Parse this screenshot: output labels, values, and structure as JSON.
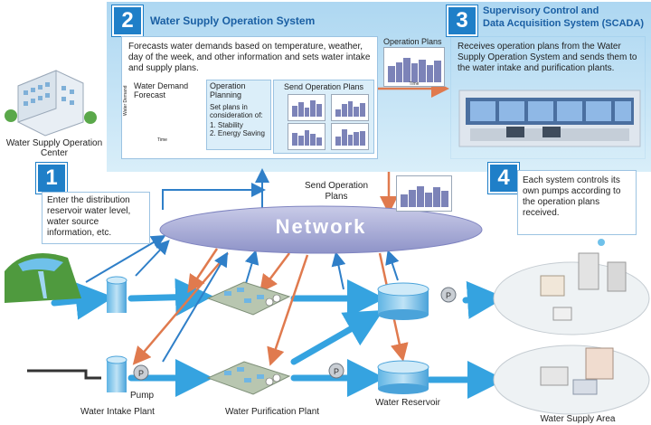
{
  "steps": {
    "s1": {
      "number": "1",
      "text": "Enter the distribution reservoir water level, water source information, etc."
    },
    "s2": {
      "number": "2",
      "title": "Water Supply Operation System",
      "description": "Forecasts water demands based on temperature, weather, day of the week, and other information and sets water intake and supply plans.",
      "boxes": {
        "forecast": {
          "title": "Water Demand Forecast",
          "y_label": "Water Demand",
          "x_label": "Time"
        },
        "planning": {
          "title": "Operation Planning",
          "text": "Set plans in consideration of:",
          "item1": "1. Stability",
          "item2": "2. Energy Saving"
        },
        "send": {
          "title": "Send Operation Plans"
        }
      }
    },
    "s3": {
      "number": "3",
      "title_line1": "Supervisory Control and",
      "title_line2": "Data Acquisition System (SCADA)",
      "text": "Receives operation plans from the Water Supply Operation System and sends them to the water intake and purification plants."
    },
    "s4": {
      "number": "4",
      "text": "Each system controls its own pumps according to the operation plans received."
    }
  },
  "labels": {
    "operation_center": "Water Supply Operation Center",
    "operation_plans": "Operation Plans",
    "operation_plans_chart_x": "Time",
    "send_operation_plans": "Send Operation Plans",
    "network": "Network",
    "pump": "Pump",
    "intake_plant": "Water Intake Plant",
    "purification_plant": "Water Purification Plant",
    "reservoir": "Water Reservoir",
    "supply_area": "Water Supply Area"
  },
  "icons": {
    "pump_icon_letter": "P"
  },
  "colors": {
    "step_blue": "#1f7fc8",
    "panel_blue": "#b9dcf3",
    "flow_blue": "#35a3e0",
    "signal_orange": "#e07a4e",
    "network_purple": "#9b9fd0"
  }
}
